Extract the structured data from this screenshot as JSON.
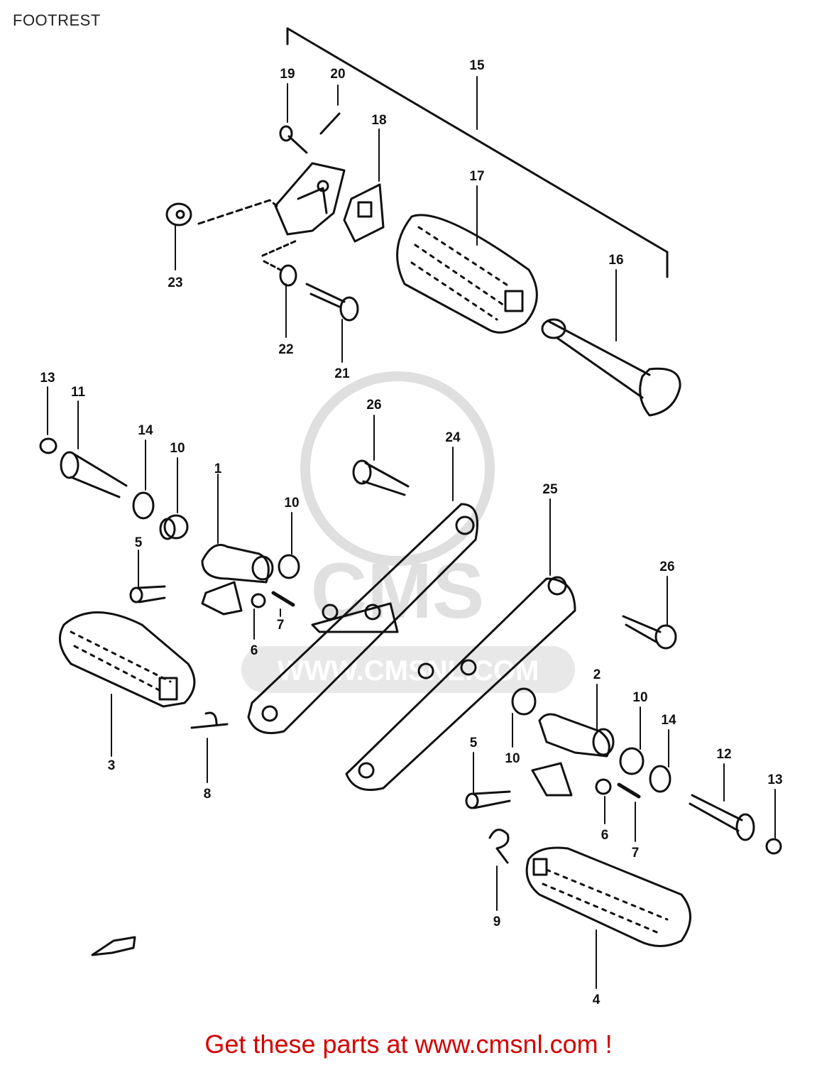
{
  "title": "FOOTREST",
  "footer": {
    "text": "Get these parts at www.cmsnl.com !"
  },
  "watermark": {
    "brand": "CMS",
    "url": "WWW.CMSNL.COM"
  },
  "colors": {
    "line": "#111111",
    "footer": "#d40000",
    "watermark": "#dddddd"
  },
  "callouts": [
    "1",
    "2",
    "3",
    "4",
    "5",
    "5",
    "6",
    "6",
    "7",
    "7",
    "8",
    "9",
    "10",
    "10",
    "10",
    "10",
    "11",
    "12",
    "13",
    "13",
    "14",
    "14",
    "15",
    "16",
    "17",
    "18",
    "19",
    "20",
    "21",
    "22",
    "23",
    "24",
    "25",
    "26",
    "26"
  ]
}
